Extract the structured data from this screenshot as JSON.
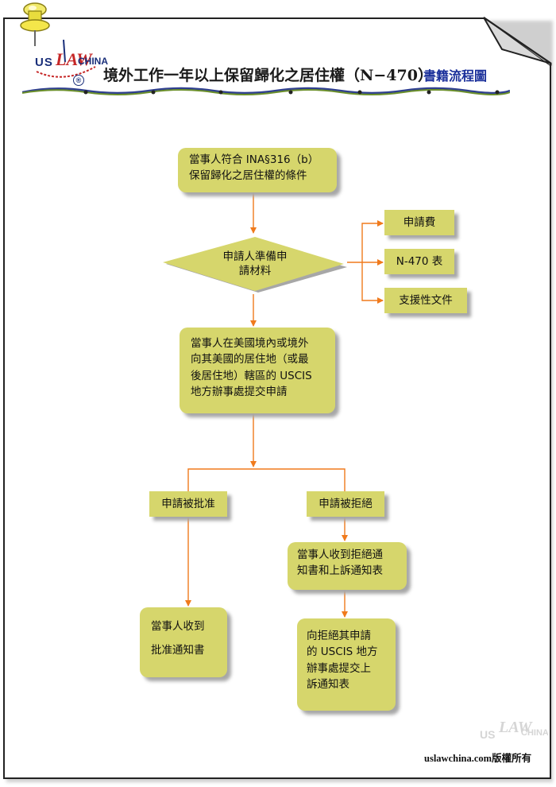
{
  "header": {
    "logo": {
      "us": "US",
      "law": "LAW",
      "china": "CHINA",
      "registered": "®"
    },
    "title": "境外工作一年以上保留歸化之居住權（N−470）",
    "subtitle": "書籍流程圖"
  },
  "flow": {
    "start": {
      "line1": "當事人符合 INA§316（b）",
      "line2": "保留歸化之居住權的條件"
    },
    "prepare": {
      "line1": "申請人準備申",
      "line2": "請材料"
    },
    "materials": [
      "申請費",
      "N-470 表",
      "支援性文件"
    ],
    "submit": {
      "line1": "當事人在美國境內或境外",
      "line2": "向其美國的居住地（或最",
      "line3": "後居住地）轄區的 USCIS",
      "line4": "地方辦事處提交申請"
    },
    "approved": "申請被批准",
    "approved_result": {
      "line1": "當事人收到",
      "line2": "批准通知書"
    },
    "denied": "申請被拒絕",
    "denied_notice": {
      "line1": "當事人收到拒絕通",
      "line2": "知書和上訴通知表"
    },
    "appeal": {
      "line1": "向拒絕其申請",
      "line2": "的 USCIS 地方",
      "line3": "辦事處提交上",
      "line4": "訴通知表"
    }
  },
  "footer": {
    "watermark": {
      "us": "US",
      "law": "LAW",
      "china": "CHINA"
    },
    "copyright": "uslawchina.com版權所有"
  },
  "colors": {
    "node_fill": "#d6d66c",
    "arrow": "#f07a1c",
    "title_accent": "#1a2f9a"
  }
}
